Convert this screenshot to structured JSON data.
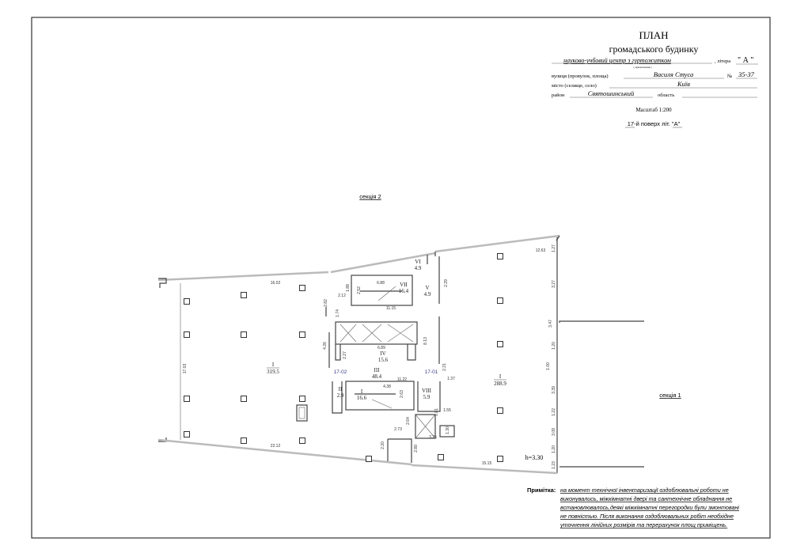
{
  "title_block": {
    "title": "ПЛАН",
    "subtitle": "громадського будинку",
    "purpose": "науково-учбовий центр з гуртожитком",
    "purpose_caption": "( призначення )",
    "litera_label": ", літера",
    "litera_value": "\" А \"",
    "street_label": "вулиця (провулок, площа)",
    "street_value": "Василя Стуса",
    "number_label": "№",
    "number_value": "35-37",
    "city_label": "місто (селище, село)",
    "city_value": "Київ",
    "district_label": "район",
    "district_value": "Святошинський",
    "region_label": "область",
    "scale": "Масштаб 1:200",
    "floor": "17-й поверх літ. \"А\""
  },
  "sections": {
    "section_2": "секція 2",
    "section_1": "секція 1"
  },
  "rooms": [
    {
      "num": "I",
      "area": "319.5"
    },
    {
      "num": "I",
      "area": "288.9"
    },
    {
      "num": "VI",
      "area": "4.9"
    },
    {
      "num": "VII",
      "area": "16.4"
    },
    {
      "num": "V",
      "area": "4.9"
    },
    {
      "num": "IV",
      "area": "15.6"
    },
    {
      "num": "III",
      "area": "48.4"
    },
    {
      "num": "II",
      "area": "2.9"
    },
    {
      "num": "I",
      "area": "16.6"
    },
    {
      "num": "VIII",
      "area": "5.9"
    }
  ],
  "apartments": [
    "17-02",
    "17-01"
  ],
  "height": "h=3.30",
  "dims": [
    "16.02",
    "17.03",
    "22.12",
    "12.63",
    "15.15",
    "11.15",
    "6.89",
    "11.22",
    "4.38",
    "6.88",
    "2.12",
    "1.88",
    "2.52",
    "2.82",
    "1.74",
    "4.26",
    "2.27",
    "8.13",
    "2.21",
    "1.37",
    "2.29",
    "2.63",
    "1.81",
    "1.55",
    "2.64",
    "1.30",
    "3.25",
    "2.73",
    "2.20",
    "2.89",
    "1.27",
    "3.27",
    "3.47",
    "1.20",
    "1.00",
    "3.39",
    "1.22",
    "3.09",
    "1.20",
    "1.23"
  ],
  "note": {
    "label": "Примітка:",
    "lines": [
      "на момент технічної інвентаризації оздоблювальні роботи не",
      "виконувались, міжкімнатні двері та сантехнічне обладнання не",
      "встановлювалось,деякі міжкімнатні перегородки були змонтовані",
      "не повністью. Після виконання оздоблювальних робіт необхідне",
      "уточнення лінійних розмірів та перерахунок площ приміщень."
    ]
  }
}
